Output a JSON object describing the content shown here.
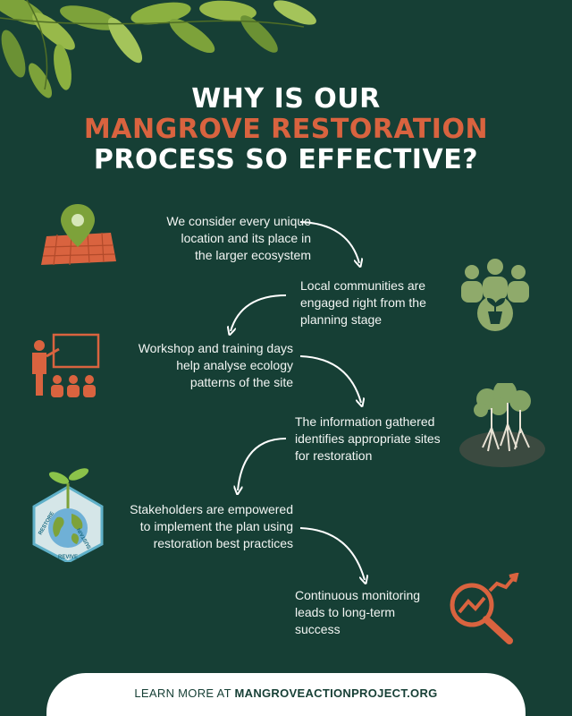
{
  "title": {
    "line1": "WHY IS OUR",
    "line2": "MANGROVE RESTORATION",
    "line3": "PROCESS SO EFFECTIVE?"
  },
  "steps": [
    {
      "l1": "We consider every unique",
      "l2": "location and its place in",
      "l3": "the larger ecosystem"
    },
    {
      "l1": "Local communities are",
      "l2": "engaged right from the",
      "l3": "planning stage"
    },
    {
      "l1": "Workshop and training days",
      "l2": "help analyse ecology",
      "l3": "patterns of the site"
    },
    {
      "l1": "The information gathered",
      "l2": "identifies appropriate sites",
      "l3": "for restoration"
    },
    {
      "l1": "Stakeholders are empowered",
      "l2": "to implement the plan using",
      "l3": "restoration best practices"
    },
    {
      "l1": "Continuous monitoring",
      "l2": "leads to long-term",
      "l3": "success"
    }
  ],
  "badge": {
    "left": "RESTORE",
    "bottom": "REVIVE",
    "right": "SUSTAIN"
  },
  "footer": {
    "prefix": "LEARN MORE AT ",
    "link": "MANGROVEACTIONPROJECT.ORG"
  },
  "colors": {
    "background": "#163f35",
    "accent": "#d9633f",
    "sage": "#8faa6b"
  },
  "icons": [
    "leaves-decoration",
    "map-pin-icon",
    "community-plant-icon",
    "teacher-whiteboard-icon",
    "mangrove-tree-icon",
    "globe-badge-icon",
    "magnifier-growth-icon"
  ]
}
